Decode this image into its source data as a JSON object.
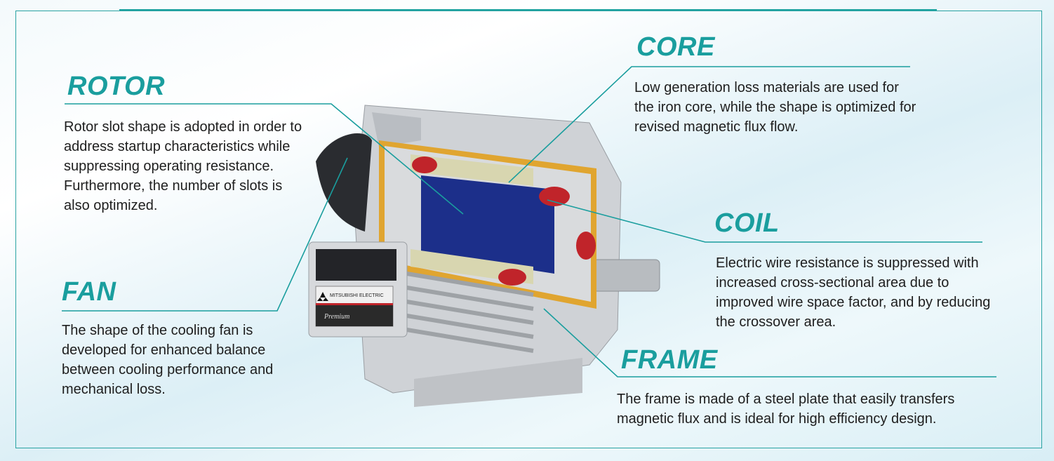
{
  "sections": {
    "rotor": {
      "title": "ROTOR",
      "text": "Rotor slot shape is adopted in order to address startup characteristics while suppressing operating resistance. Furthermore, the number of slots is also optimized."
    },
    "fan": {
      "title": "FAN",
      "text": "The shape of the cooling fan is developed for enhanced balance between cooling performance and mechanical loss."
    },
    "core": {
      "title": "CORE",
      "text": "Low generation loss materials are used for the iron core, while the shape is optimized for revised magnetic flux flow."
    },
    "coil": {
      "title": "COIL",
      "text": "Electric wire resistance is suppressed with increased cross-sectional area due to improved wire space factor, and by reducing the crossover area."
    },
    "frame": {
      "title": "FRAME",
      "text": "The frame is made of a steel plate that easily transfers magnetic flux and is ideal for high efficiency design."
    }
  },
  "motor": {
    "brand": "MITSUBISHI ELECTRIC",
    "model": "Premium"
  },
  "colors": {
    "accent": "#1a9e9e",
    "frame": "#c9cbce",
    "coil": "#c0242a",
    "rotor": "#1c2f8a",
    "insulation": "#e0a530"
  }
}
